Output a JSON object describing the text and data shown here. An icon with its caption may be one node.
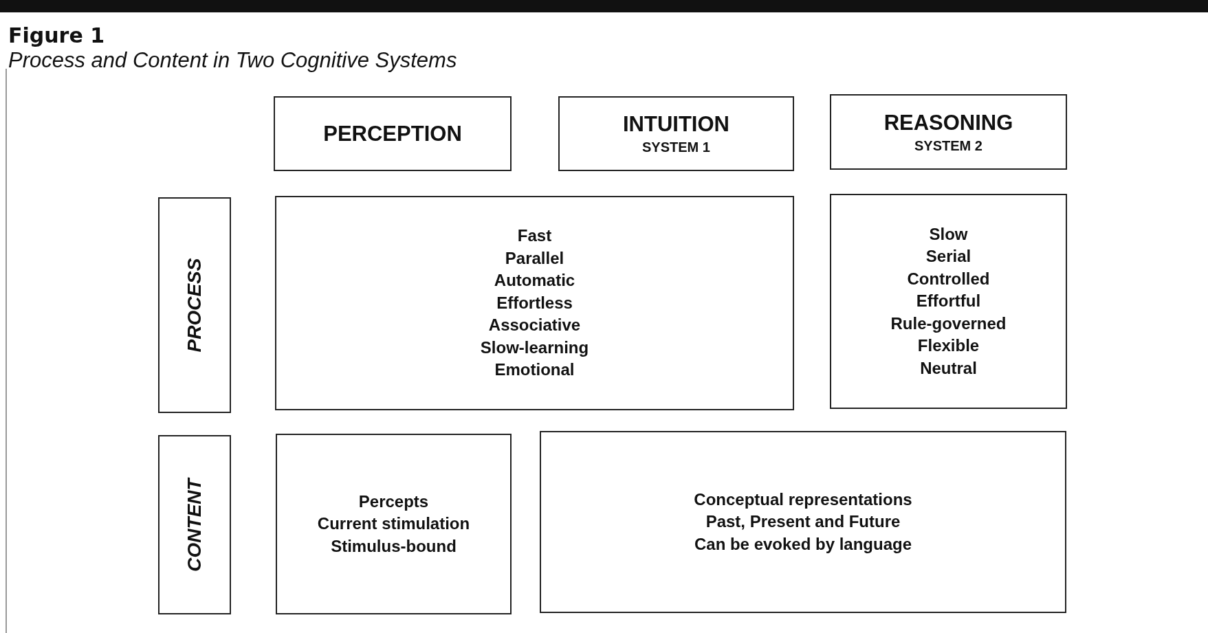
{
  "diagram": {
    "title": "Figure 1",
    "caption": "Process and Content in Two Cognitive Systems",
    "nodes": [
      {
        "text": [
          "PERCEPTION"
        ]
      },
      {
        "text": [
          "INTUITION",
          "SYSTEM 1"
        ]
      },
      {
        "text": [
          "REASONING",
          "SYSTEM 2"
        ]
      },
      {
        "text": [
          "PROCESS"
        ]
      },
      {
        "text": [
          "Fast",
          "Parallel",
          "Automatic",
          "Effortless",
          "Associative",
          "Slow-learning",
          "Emotional"
        ]
      },
      {
        "text": [
          "Slow",
          "Serial",
          "Controlled",
          "Effortful",
          "Rule-governed",
          "Flexible",
          "Neutral"
        ]
      },
      {
        "text": [
          "CONTENT"
        ]
      },
      {
        "text": [
          "Percepts",
          "Current stimulation",
          "Stimulus-bound"
        ]
      },
      {
        "text": [
          "Conceptual representations",
          "Past, Present and Future",
          "Can be evoked by language"
        ]
      }
    ]
  }
}
